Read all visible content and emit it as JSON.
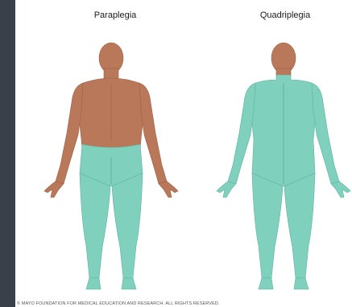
{
  "diagram": {
    "left": {
      "title": "Paraplegia"
    },
    "right": {
      "title": "Quadriplegia"
    }
  },
  "colors": {
    "skin": "#b9785a",
    "skin_dark": "#9c5f44",
    "affected": "#7fd0bc",
    "affected_dark": "#5fb39f",
    "frame": "#3a4049"
  },
  "footer": {
    "copyright": "© MAYO FOUNDATION FOR MEDICAL EDUCATION AND RESEARCH. ALL RIGHTS RESERVED."
  }
}
